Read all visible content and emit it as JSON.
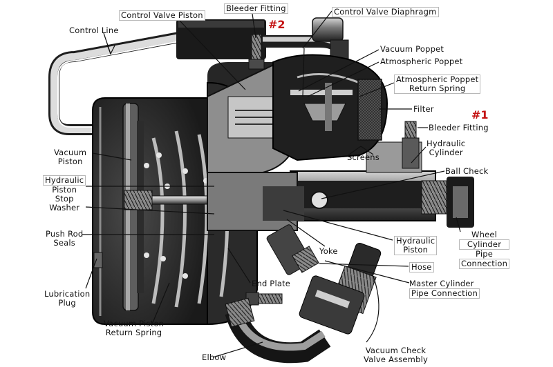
{
  "labels": {
    "control_valve_piston": "Control Valve Piston",
    "bleeder_fitting_top": "Bleeder Fitting",
    "control_valve_diaphragm": "Control Valve Diaphragm",
    "control_line": "Control Line",
    "vacuum_poppet": "Vacuum Poppet",
    "atmospheric_poppet": "Atmospheric Poppet",
    "atm_poppet_return_spring_1": "Atmospheric Poppet",
    "atm_poppet_return_spring_2": "Return Spring",
    "filter": "Filter",
    "bleeder_fitting_right": "Bleeder Fitting",
    "vacuum_piston_1": "Vacuum",
    "vacuum_piston_2": "Piston",
    "screens": "Screens",
    "hydraulic_cylinder_1": "Hydraulic",
    "hydraulic_cylinder_2": "Cylinder",
    "ball_check": "Ball Check",
    "hpsw_1": "Hydraulic",
    "hpsw_2": "Piston",
    "hpsw_3": "Stop",
    "hpsw_4": "Washer",
    "push_rod_seals_1": "Push Rod",
    "push_rod_seals_2": "Seals",
    "hydraulic_piston_1": "Hydraulic",
    "hydraulic_piston_2": "Piston",
    "yoke": "Yoke",
    "wcpc_1": "Wheel",
    "wcpc_2": "Cylinder",
    "wcpc_3": "Pipe",
    "wcpc_4": "Connection",
    "hose": "Hose",
    "lubrication_plug_1": "Lubrication",
    "lubrication_plug_2": "Plug",
    "end_plate": "End Plate",
    "master_cyl_1": "Master Cylinder",
    "master_cyl_2": "Pipe Connection",
    "vprs_1": "Vacuum Piston",
    "vprs_2": "Return Spring",
    "elbow": "Elbow",
    "vcva_1": "Vacuum Check",
    "vcva_2": "Valve Assembly"
  },
  "markers": {
    "marker_2": "#2",
    "marker_1": "#1"
  },
  "colors": {
    "marker": "#c41212",
    "body_dark": "#2a2a2a",
    "body_mid": "#6e6e6e",
    "body_light": "#bdbdbd"
  }
}
